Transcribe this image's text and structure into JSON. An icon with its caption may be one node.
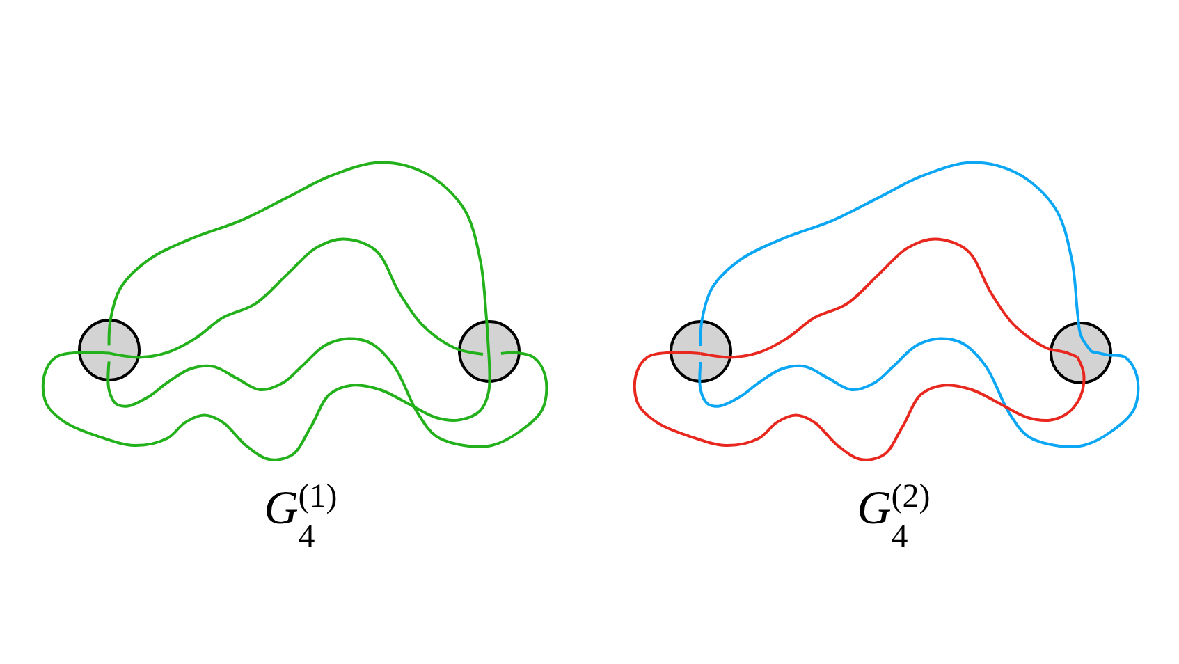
{
  "diagram": {
    "nodes": [
      {
        "text": [],
        "shape": "circle"
      },
      {
        "text": [],
        "shape": "circle"
      },
      {
        "text": [],
        "shape": "circle"
      },
      {
        "text": [],
        "shape": "circle"
      }
    ],
    "edges": [
      {
        "from": 0,
        "to": 1,
        "arrow": "none"
      },
      {
        "from": 0,
        "to": 1,
        "arrow": "none"
      },
      {
        "from": 0,
        "to": 1,
        "arrow": "none"
      },
      {
        "from": 0,
        "to": 1,
        "arrow": "none"
      },
      {
        "from": 2,
        "to": 3,
        "arrow": "none",
        "color": "#0ba6f4"
      },
      {
        "from": 2,
        "to": 3,
        "arrow": "none",
        "color": "#e8281e"
      },
      {
        "from": 2,
        "to": 3,
        "arrow": "none",
        "color": "#0ba6f4"
      },
      {
        "from": 2,
        "to": 3,
        "arrow": "none",
        "color": "#e8281e"
      }
    ],
    "labels": [
      "*G*$_{4}$$^{(1)}$",
      "*G*$_{4}$$^{(2)}$"
    ]
  }
}
